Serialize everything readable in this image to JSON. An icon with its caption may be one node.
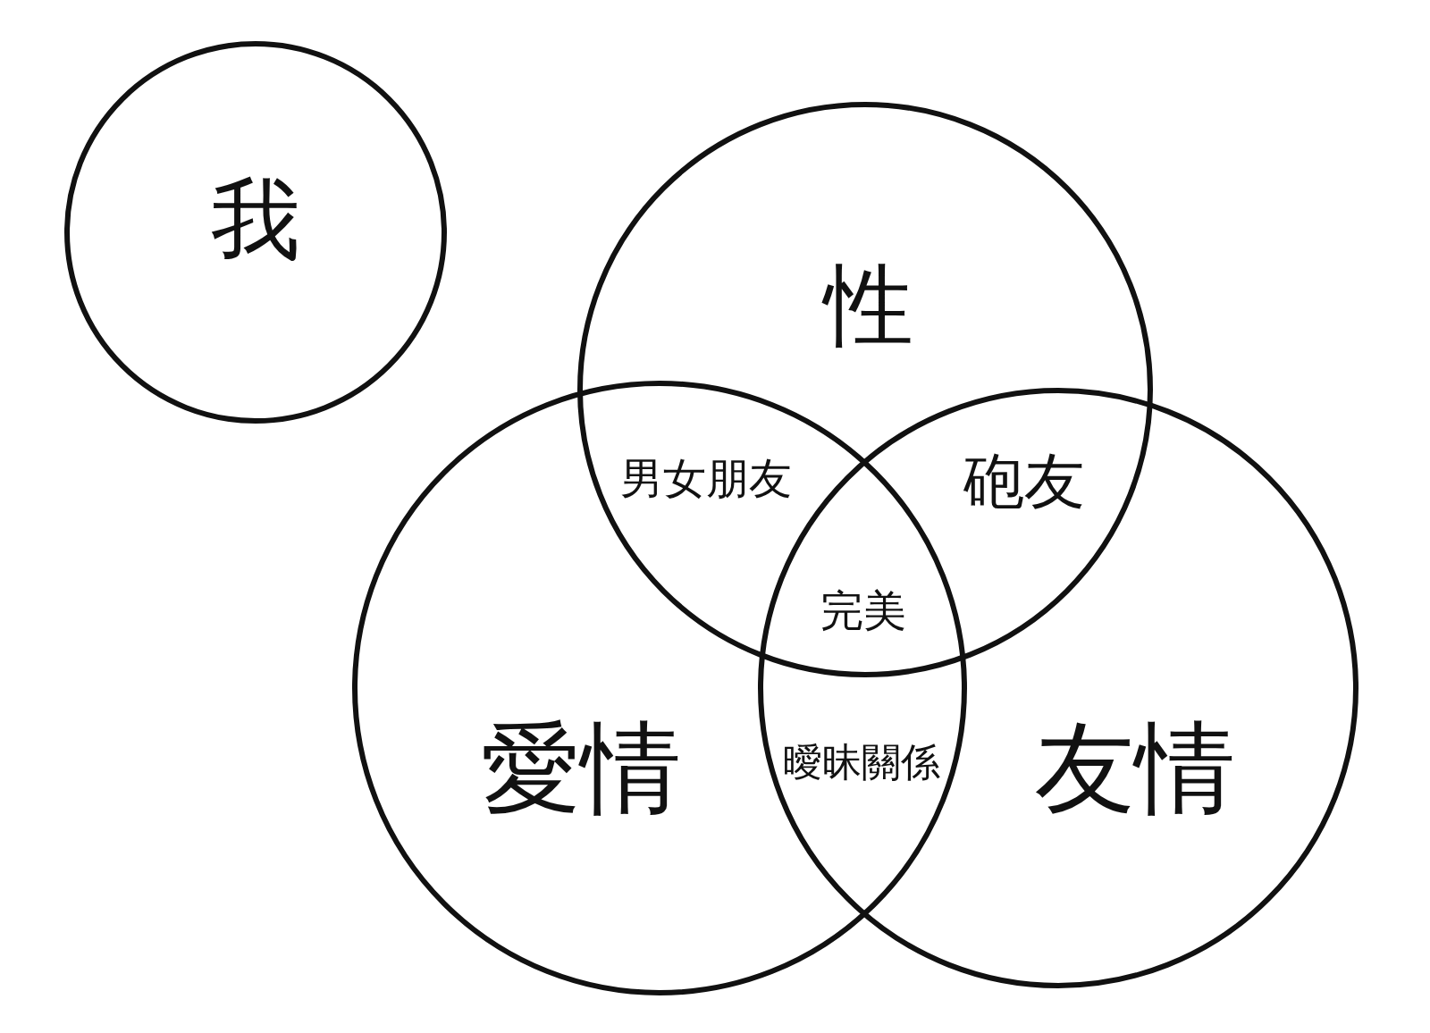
{
  "diagram": {
    "nodes": [
      {
        "text": [
          "我"
        ]
      },
      {
        "text": [
          "性"
        ]
      },
      {
        "text": [
          "愛情"
        ]
      },
      {
        "text": [
          "友情"
        ]
      }
    ],
    "labels": [
      "男女朋友",
      "砲友",
      "完美",
      "曖昧關係"
    ]
  }
}
